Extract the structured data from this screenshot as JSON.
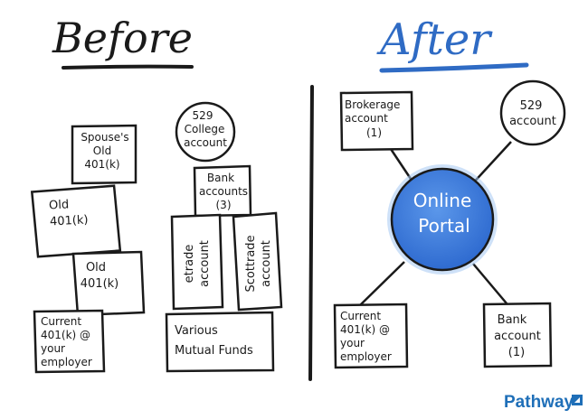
{
  "colors": {
    "ink": "#1a1a1a",
    "after_blue": "#2f6bc4",
    "portal_fill": "#3b7de0",
    "portal_glow": "#9cc3f2",
    "brand_blue": "#1f6fb8"
  },
  "before": {
    "title": "Before",
    "items": [
      {
        "lines": [
          "Spouse's",
          "Old",
          "401(k)"
        ]
      },
      {
        "lines": [
          "529",
          "College",
          "account"
        ]
      },
      {
        "lines": [
          "Old",
          "401(k)"
        ]
      },
      {
        "lines": [
          "Bank",
          "accounts",
          "(3)"
        ]
      },
      {
        "lines": [
          "etrade",
          "account"
        ]
      },
      {
        "lines": [
          "Scottrade",
          "account"
        ]
      },
      {
        "lines": [
          "Old",
          "401(k)"
        ]
      },
      {
        "lines": [
          "Current",
          "401(k) @",
          "your",
          "employer"
        ]
      },
      {
        "lines": [
          "Various",
          "Mutual Funds"
        ]
      }
    ]
  },
  "after": {
    "title": "After",
    "hub": {
      "lines": [
        "Online",
        "Portal"
      ]
    },
    "items": [
      {
        "lines": [
          "Brokerage",
          "account",
          "(1)"
        ]
      },
      {
        "lines": [
          "529",
          "account"
        ]
      },
      {
        "lines": [
          "Current",
          "401(k) @",
          "your",
          "employer"
        ]
      },
      {
        "lines": [
          "Bank",
          "account",
          "(1)"
        ]
      }
    ]
  },
  "brand": {
    "name": "Pathway",
    "icon": "pathway-logo-mark-icon"
  }
}
